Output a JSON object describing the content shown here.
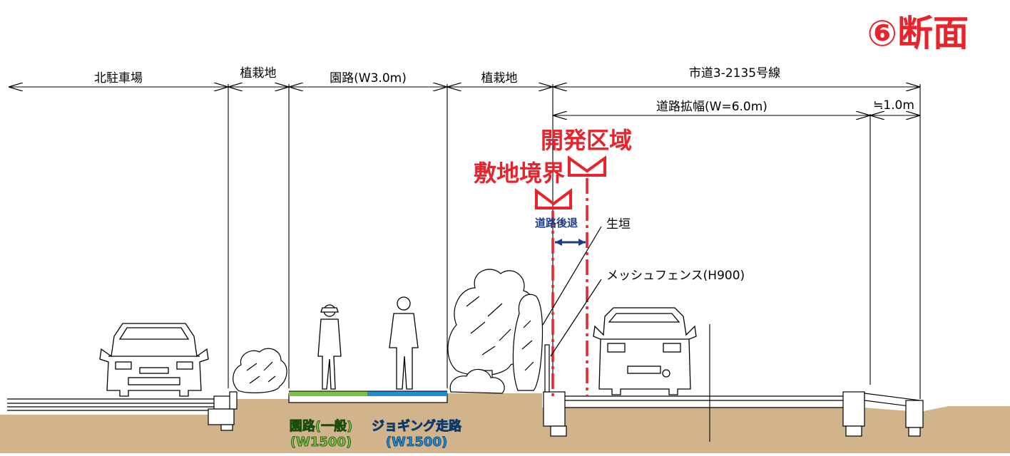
{
  "title": "⑥断面",
  "dimensions": {
    "north_parking": "北駐車場",
    "planting_left": "植栽地",
    "park_path": "園路(W3.0m)",
    "planting_right": "植栽地",
    "city_road": "市道3-2135号線",
    "road_widening": "道路拡幅(W=6.0m)",
    "approx_width": "≒1.0m"
  },
  "boundaries": {
    "development_area": "開発区域",
    "site_boundary": "敷地境界",
    "road_setback": "道路後退"
  },
  "callouts": {
    "hedge": "生垣",
    "mesh_fence": "メッシュフェンス(H900)"
  },
  "path_labels": {
    "general_path_name": "園路(一般)",
    "general_path_width": "(W1500)",
    "jogging_path_name": "ジョギング走路",
    "jogging_path_width": "(W1500)"
  },
  "colors": {
    "title_red": "#e8232b",
    "boundary_red": "#e8232b",
    "setback_blue": "#1d3a8a",
    "general_path_green": "#7cc242",
    "jogging_path_blue": "#1f8fd6",
    "ground": "#d2b48c"
  }
}
